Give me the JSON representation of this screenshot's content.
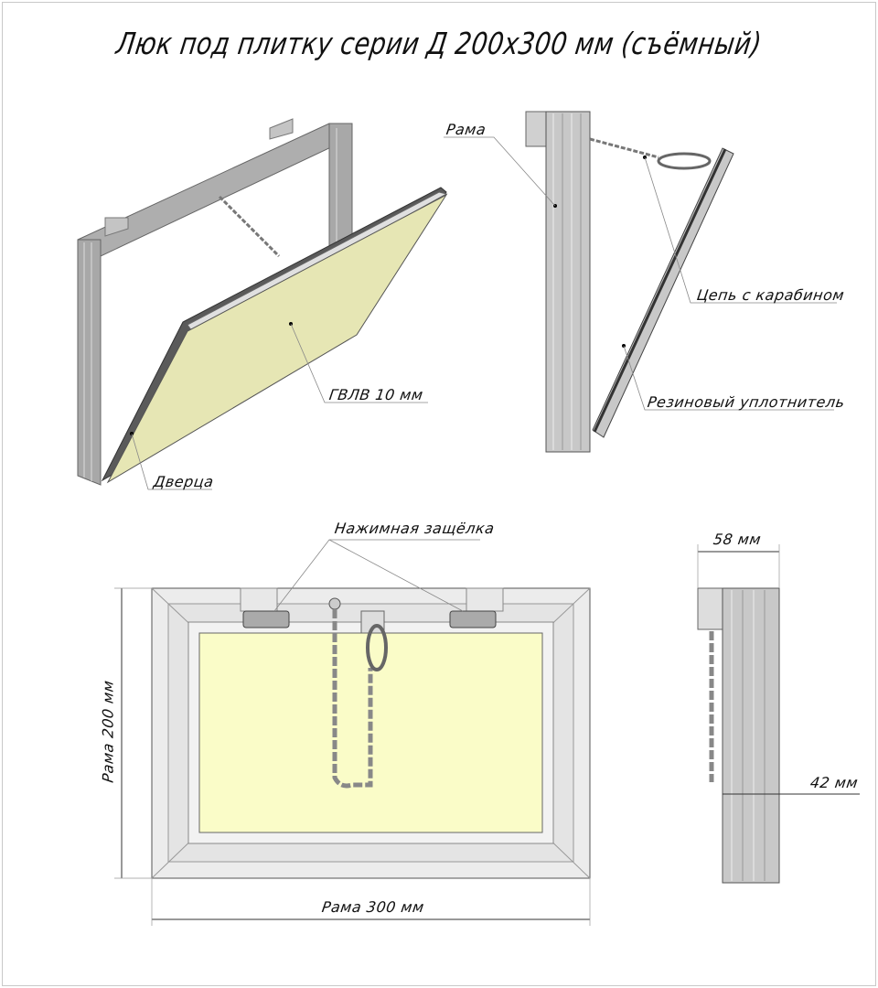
{
  "title": "Люк под плитку серии Д 200x300 мм (съёмный)",
  "labels": {
    "frame": "Рама",
    "chain": "Цепь с карабином",
    "seal": "Резиновый уплотнитель",
    "board": "ГВЛВ 10 мм",
    "door": "Дверца",
    "latch": "Нажимная защёлка"
  },
  "dimensions": {
    "height": "Рама 200 мм",
    "width": "Рама 300 мм",
    "depth": "58 мм",
    "inner_depth": "42 мм"
  },
  "colors": {
    "panel": "#e6e6b4",
    "panel_front": "#fafcc8",
    "metal": "#b4b4b4",
    "metal_dark": "#6e6e6e"
  }
}
